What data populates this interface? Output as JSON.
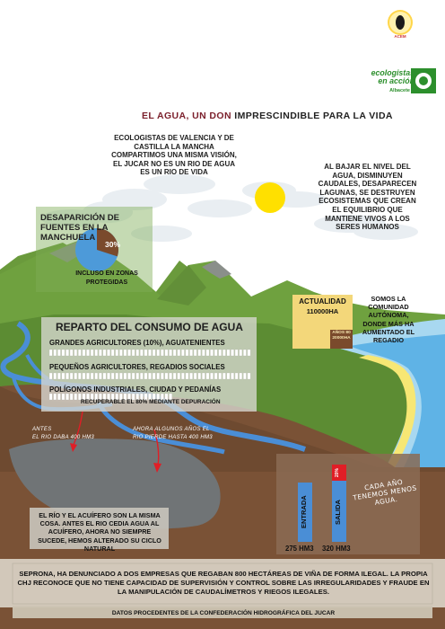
{
  "logos": {
    "acem_text": "ACEM",
    "brand_line1": "ecologistas",
    "brand_line2": "en acción",
    "brand_city": "Albacete"
  },
  "title": {
    "part1": "EL AGUA, UN DON ",
    "part2": "IMPRESCINDIBLE PARA LA VIDA"
  },
  "intro_text": "ECOLOGISTAS DE VALENCIA Y DE CASTILLA LA MANCHA COMPARTIMOS UNA MISMA VISIÓN, EL JUCAR NO ES UN RIO DE AGUA ES UN RIO DE VIDA",
  "right_note": "AL BAJAR EL NIVEL DEL AGUA, DISMINUYEN CAUDALES, DESAPARECEN LAGUNAS, SE DESTRUYEN ECOSISTEMAS QUE CREAN EL EQUILIBRIO QUE MANTIENE VIVOS A LOS SERES HUMANOS",
  "fuentes": {
    "title": "DESAPARICIÓN DE FUENTES EN LA MANCHUELA",
    "percent_label": "30%",
    "percent_value": 30,
    "note": "INCLUSO EN ZONAS PROTEGIDAS"
  },
  "superficie": {
    "actual_label": "ACTUALIDAD",
    "actual_value": "110000HA",
    "past_label": "AÑOS 80 20000HA",
    "comunidad_text": "SOMOS LA COMUNIDAD AUTÓNOMA, DONDE MÁS HA AUMENTADO EL REGADIO"
  },
  "reparto": {
    "title": "REPARTO DEL CONSUMO DE AGUA",
    "rows": [
      "GRANDES AGRICULTORES (10%), AGUATENIENTES",
      "PEQUEÑOS AGRICULTORES, REGADIOS SOCIALES",
      "POLÍGONOS INDUSTRIALES, CIUDAD Y PEDANÍAS"
    ],
    "recuperable": "RECUPERABLE EL 80% MEDIANTE DEPURACIÓN"
  },
  "aquifer": {
    "antes_line1": "ANTES",
    "antes_line2": "EL RIO DABA 400 HM3",
    "ahora_text": "AHORA ALGUNOS AÑOS EL RIO PIERDE HASTA 400 HM3",
    "explain": "EL RÍO Y EL ACUÍFERO SON LA MISMA COSA. ANTES EL RIO CEDIA AGUA AL ACUÍFERO, AHORA NO SIEMPRE SUCEDE, HEMOS ALTERADO SU CICLO NATURAL"
  },
  "balance": {
    "entrada_label": "ENTRADA",
    "salida_label": "SALIDA",
    "salida_extra": "20%",
    "entrada_value": "275 HM3",
    "salida_value": "320 HM3",
    "note": "CADA AÑO TENEMOS MENOS AGUA."
  },
  "seprona_text": "SEPRONA, HA DENUNCIADO A DOS EMPRESAS QUE REGABAN 800 HECTÁREAS DE VIÑA DE FORMA ILEGAL. LA PROPIA CHJ RECONOCE QUE NO TIENE CAPACIDAD DE SUPERVISIÓN Y CONTROL SOBRE LAS IRREGULARIDADES Y FRAUDE EN LA MANIPULACIÓN DE CAUDALÍMETROS Y RIEGOS ILEGALES.",
  "fuente_text": "DATOS PROCEDENTES DE LA CONFEDERACIÓN HIDROGRÁFICA DEL JUCAR",
  "colors": {
    "title_red": "#7b1f2b",
    "mountain_green": "#6a9a3c",
    "earth_brown": "#7a5236",
    "aquifer_gray": "#707476",
    "river_blue": "#4a8ed6",
    "sun_yellow": "#ffe000",
    "accent_red": "#e01e26"
  }
}
